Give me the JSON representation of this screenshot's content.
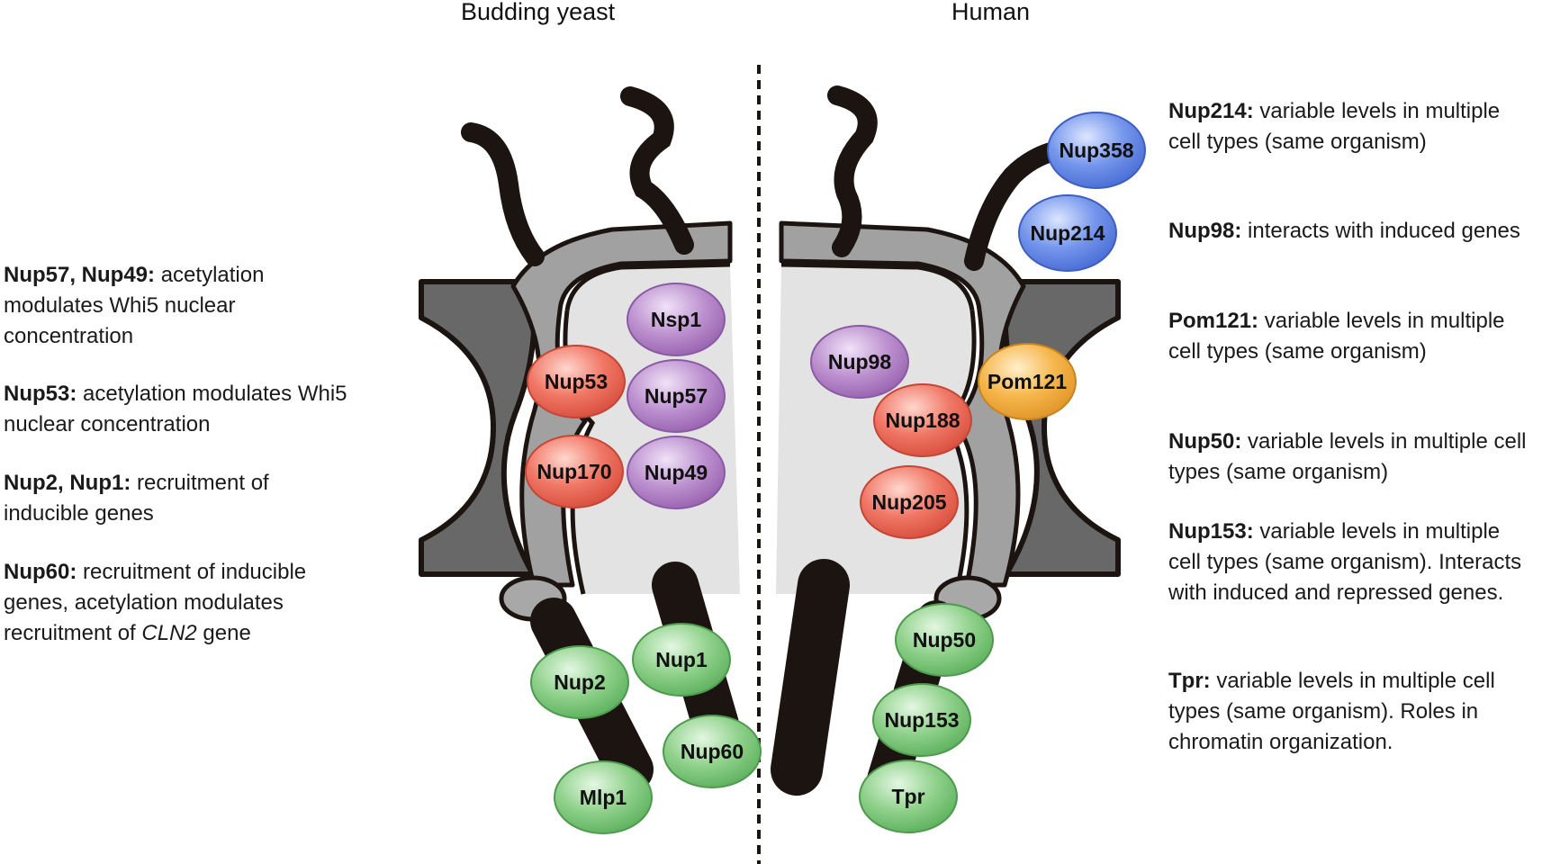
{
  "headers": {
    "left": "Budding yeast",
    "right": "Human"
  },
  "colors": {
    "membrane": "#6a6a6a",
    "ring": "#9a9a9a",
    "channel": "#e2e2e2",
    "outline": "#1b1410",
    "nsp_purple": "#b487c8",
    "scaffold_red": "#ec6c5e",
    "basket_green": "#86cd86",
    "cyto_blue": "#6a8de6",
    "pom_orange": "#f4b246"
  },
  "proteins": {
    "nsp1": "Nsp1",
    "nup57": "Nup57",
    "nup49": "Nup49",
    "nup53": "Nup53",
    "nup170": "Nup170",
    "nup2": "Nup2",
    "nup1": "Nup1",
    "nup60": "Nup60",
    "mlp1": "Mlp1",
    "nup358": "Nup358",
    "nup214": "Nup214",
    "nup98": "Nup98",
    "nup188": "Nup188",
    "nup205": "Nup205",
    "pom121": "Pom121",
    "nup50": "Nup50",
    "nup153": "Nup153",
    "tpr": "Tpr"
  },
  "left_annotations": [
    {
      "name": "Nup57, Nup49:",
      "text": " acetylation modulates Whi5 nuclear concentration"
    },
    {
      "name": "Nup53:",
      "text": " acetylation modulates Whi5 nuclear concentration"
    },
    {
      "name": "Nup2, Nup1:",
      "text": " recruitment of inducible genes"
    },
    {
      "name": "Nup60:",
      "text": " recruitment of inducible genes, acetylation modulates recruitment of ",
      "italic": "CLN2",
      "after": " gene"
    }
  ],
  "right_annotations": [
    {
      "name": "Nup214:",
      "text": " variable levels in multiple cell types (same organism)"
    },
    {
      "name": "Nup98:",
      "text": " interacts with induced genes"
    },
    {
      "name": "Pom121:",
      "text": " variable levels in multiple cell types (same organism)"
    },
    {
      "name": "Nup50:",
      "text": " variable levels in multiple cell types (same organism)"
    },
    {
      "name": "Nup153:",
      "text": " variable levels in multiple cell types (same organism). Interacts with induced and repressed genes."
    },
    {
      "name": "Tpr:",
      "text": " variable levels in multiple cell types (same organism). Roles in chromatin organization."
    }
  ]
}
